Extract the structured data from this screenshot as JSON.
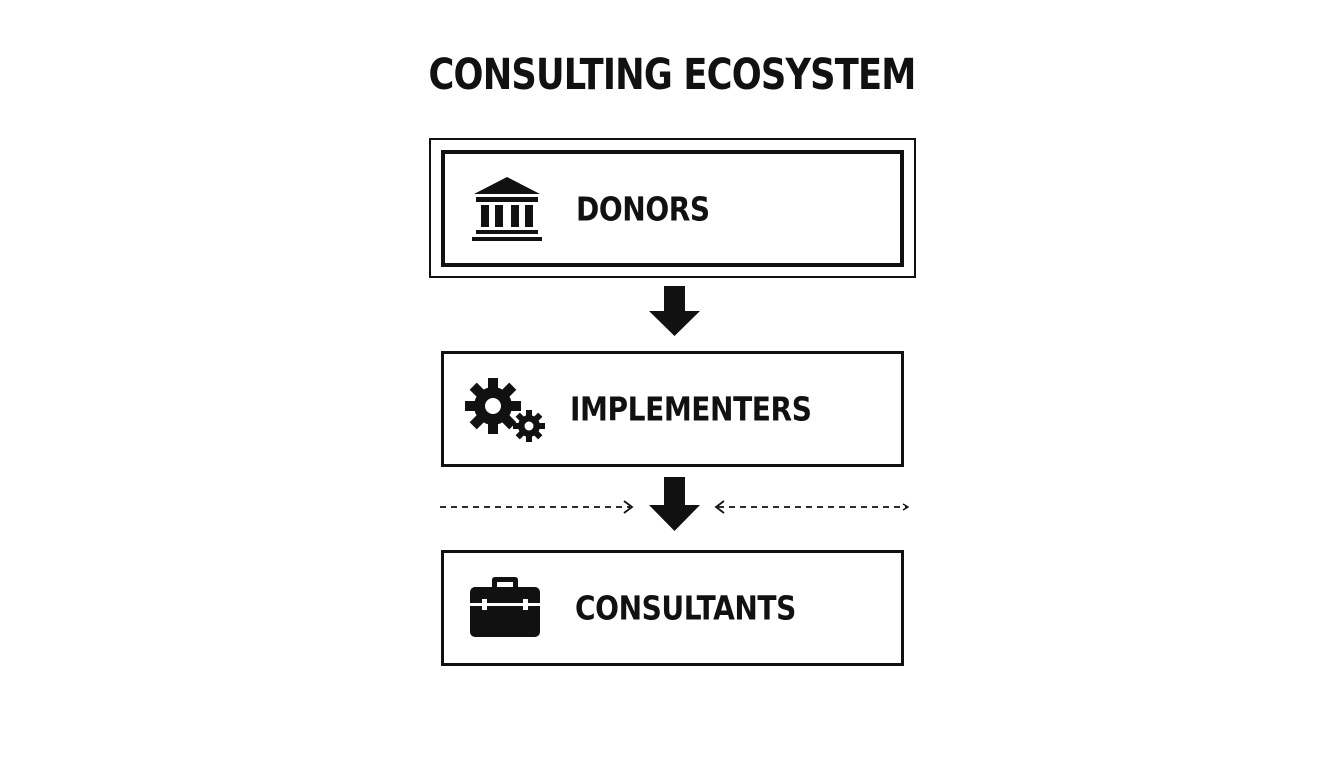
{
  "diagram": {
    "title": "CONSULTING ECOSYSTEM",
    "nodes": [
      {
        "id": "donors",
        "label": "DONORS",
        "icon": "bank-icon"
      },
      {
        "id": "implementers",
        "label": "IMPLEMENTERS",
        "icon": "gears-icon"
      },
      {
        "id": "consultants",
        "label": "CONSULTANTS",
        "icon": "briefcase-icon"
      }
    ],
    "edges": [
      {
        "from": "donors",
        "to": "implementers",
        "style": "solid"
      },
      {
        "from": "implementers",
        "to": "consultants",
        "style": "solid"
      }
    ],
    "side_arrows": [
      {
        "direction": "right",
        "style": "dashed"
      },
      {
        "direction": "left",
        "style": "dashed"
      }
    ]
  },
  "colors": {
    "ink": "#111111",
    "background": "#ffffff"
  }
}
